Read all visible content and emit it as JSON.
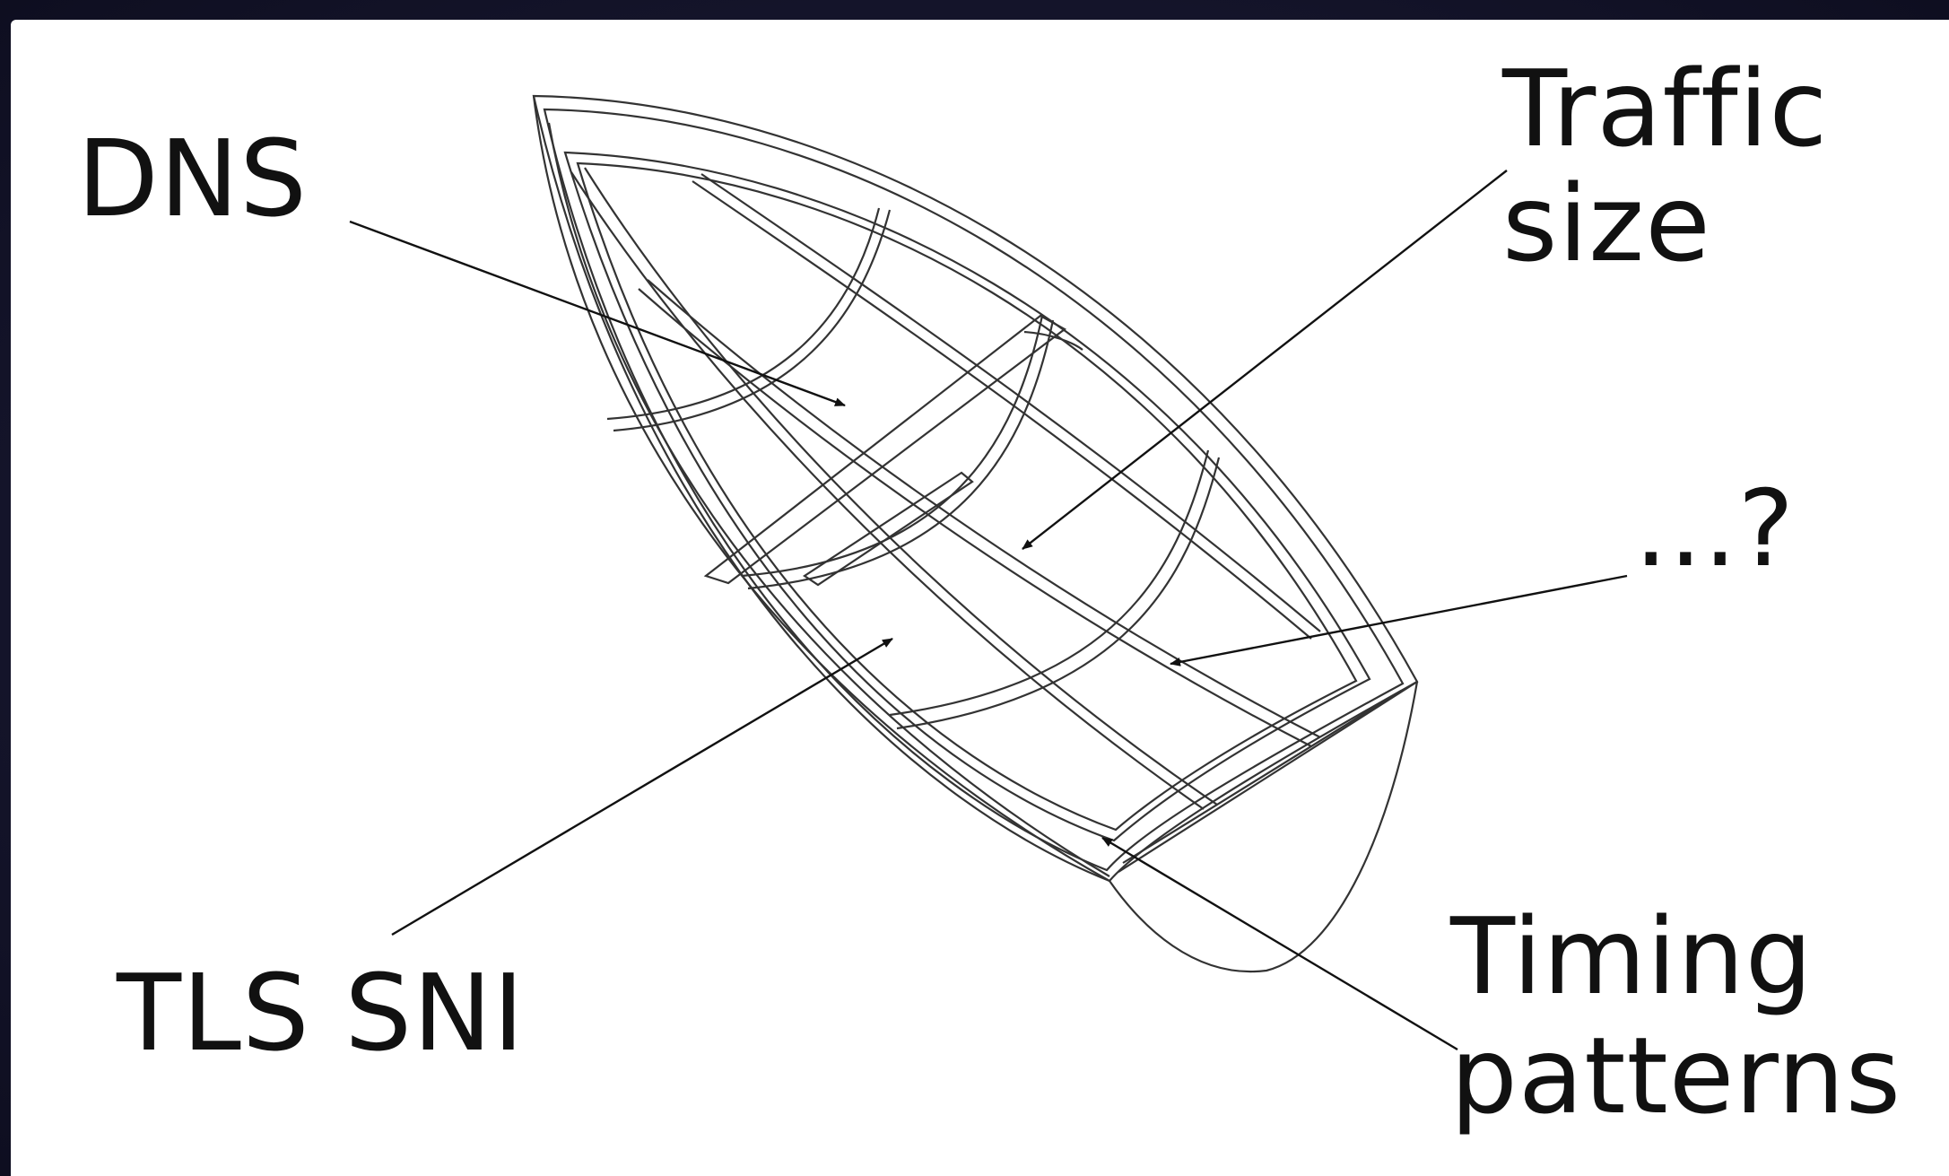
{
  "labels": {
    "dns": "DNS",
    "traffic_size_line1": "Traffic",
    "traffic_size_line2": "size",
    "unknown": "...?",
    "tls_sni": "TLS SNI",
    "timing_line1": "Timing",
    "timing_line2": "patterns"
  },
  "colors": {
    "background": "#ffffff",
    "frame": "#16162a",
    "ink": "#111111",
    "hull_line": "#333333"
  }
}
